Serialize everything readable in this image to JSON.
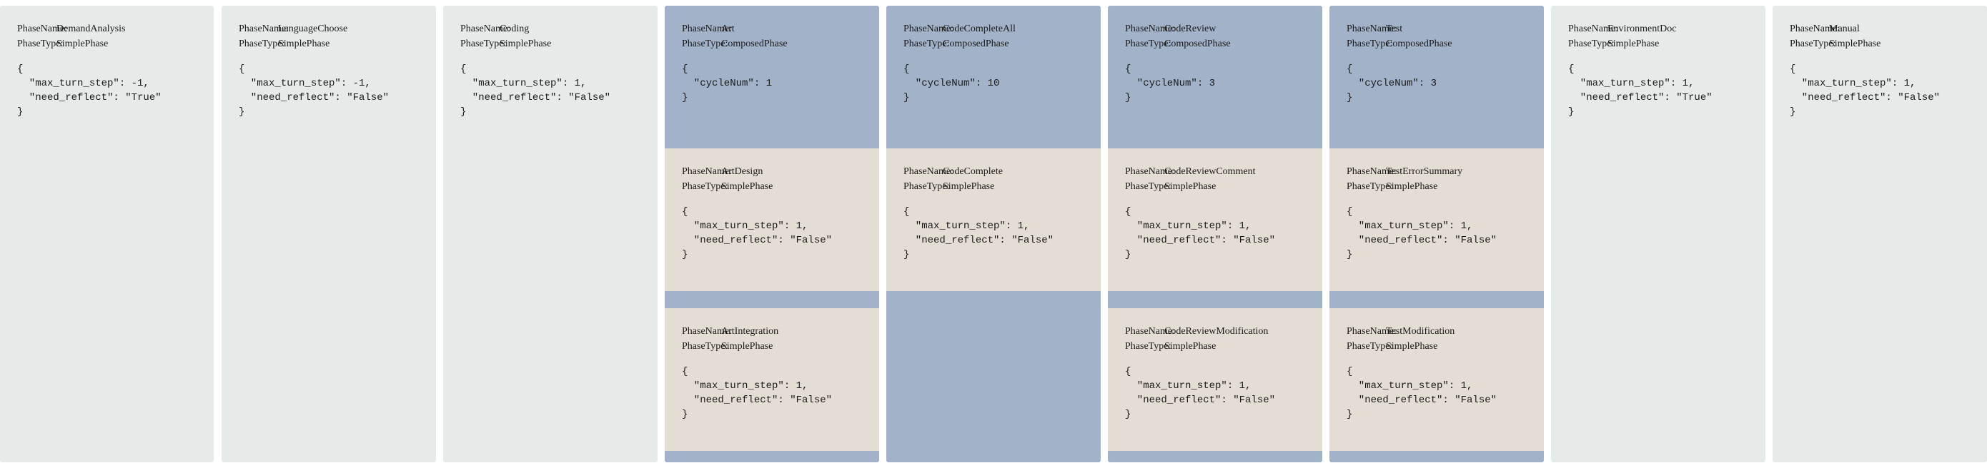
{
  "labels": {
    "phase_name": "PhaseName:",
    "phase_type": "PhaseType:"
  },
  "colors": {
    "simple_phase_background": "#e6eae9",
    "composed_phase_background": "#a2b2c8",
    "inner_phase_background": "#e3ddd3"
  },
  "phases": [
    {
      "name": "DemandAnalysis",
      "type": "SimplePhase",
      "config": "{\n  \"max_turn_step\": -1,\n  \"need_reflect\": \"True\"\n}"
    },
    {
      "name": "LanguageChoose",
      "type": "SimplePhase",
      "config": "{\n  \"max_turn_step\": -1,\n  \"need_reflect\": \"False\"\n}"
    },
    {
      "name": "Coding",
      "type": "SimplePhase",
      "config": "{\n  \"max_turn_step\": 1,\n  \"need_reflect\": \"False\"\n}"
    },
    {
      "name": "Art",
      "type": "ComposedPhase",
      "config": "{\n  \"cycleNum\": 1\n}",
      "sub_phases": [
        {
          "name": "ArtDesign",
          "type": "SimplePhase",
          "config": "{\n  \"max_turn_step\": 1,\n  \"need_reflect\": \"False\"\n}"
        },
        {
          "name": "ArtIntegration",
          "type": "SimplePhase",
          "config": "{\n  \"max_turn_step\": 1,\n  \"need_reflect\": \"False\"\n}"
        }
      ]
    },
    {
      "name": "CodeCompleteAll",
      "type": "ComposedPhase",
      "config": "{\n  \"cycleNum\": 10\n}",
      "sub_phases": [
        {
          "name": "CodeComplete",
          "type": "SimplePhase",
          "config": "{\n  \"max_turn_step\": 1,\n  \"need_reflect\": \"False\"\n}"
        }
      ]
    },
    {
      "name": "CodeReview",
      "type": "ComposedPhase",
      "config": "{\n  \"cycleNum\": 3\n}",
      "sub_phases": [
        {
          "name": "CodeReviewComment",
          "type": "SimplePhase",
          "config": "{\n  \"max_turn_step\": 1,\n  \"need_reflect\": \"False\"\n}"
        },
        {
          "name": "CodeReviewModification",
          "type": "SimplePhase",
          "config": "{\n  \"max_turn_step\": 1,\n  \"need_reflect\": \"False\"\n}"
        }
      ]
    },
    {
      "name": "Test",
      "type": "ComposedPhase",
      "config": "{\n  \"cycleNum\": 3\n}",
      "sub_phases": [
        {
          "name": "TestErrorSummary",
          "type": "SimplePhase",
          "config": "{\n  \"max_turn_step\": 1,\n  \"need_reflect\": \"False\"\n}"
        },
        {
          "name": "TestModification",
          "type": "SimplePhase",
          "config": "{\n  \"max_turn_step\": 1,\n  \"need_reflect\": \"False\"\n}"
        }
      ]
    },
    {
      "name": "EnvironmentDoc",
      "type": "SimplePhase",
      "config": "{\n  \"max_turn_step\": 1,\n  \"need_reflect\": \"True\"\n}"
    },
    {
      "name": "Manual",
      "type": "SimplePhase",
      "config": "{\n  \"max_turn_step\": 1,\n  \"need_reflect\": \"False\"\n}"
    }
  ]
}
